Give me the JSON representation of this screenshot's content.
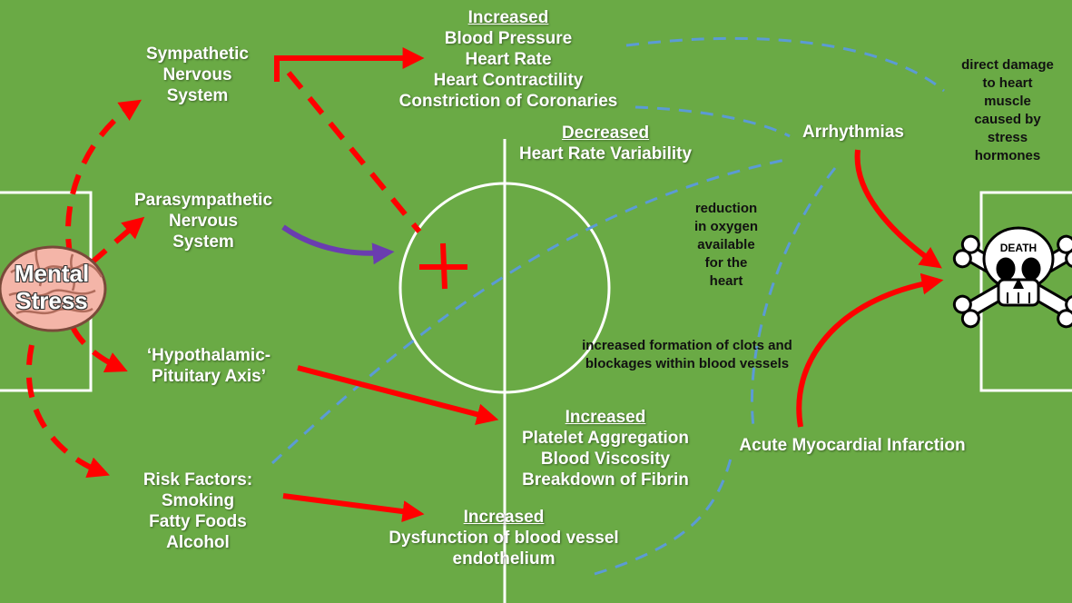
{
  "colors": {
    "field": "#6aaa45",
    "arrow": "#ff0000",
    "pathway": "#6a3db0",
    "dashed_link": "#5b9bd5",
    "pitch_line": "#ffffff"
  },
  "icons": [
    "brain-icon",
    "skull-crossbones-icon"
  ],
  "mental_stress": [
    "Mental",
    "Stress"
  ],
  "sympathetic": [
    "Sympathetic",
    "Nervous",
    "System"
  ],
  "parasympathetic": [
    "Parasympathetic",
    "Nervous",
    "System"
  ],
  "hpa": [
    "‘Hypothalamic-",
    "Pituitary Axis’"
  ],
  "risk": [
    "Risk Factors:",
    "Smoking",
    "Fatty Foods",
    "Alcohol"
  ],
  "increased_1": {
    "heading": "Increased",
    "items": [
      "Blood Pressure",
      "Heart Rate",
      "Heart Contractility",
      "Constriction of Coronaries"
    ]
  },
  "decreased": {
    "heading": "Decreased",
    "items": [
      "Heart Rate Variability"
    ]
  },
  "increased_2": {
    "heading": "Increased",
    "items": [
      "Platelet Aggregation",
      "Blood Viscosity",
      "Breakdown of Fibrin"
    ]
  },
  "increased_3": {
    "heading": "Increased",
    "items": [
      "Dysfunction of blood vessel",
      "endothelium"
    ]
  },
  "arrhythmias": "Arrhythmias",
  "ami": "Acute Myocardial Infarction",
  "direct_damage": [
    "direct damage",
    "to heart",
    "muscle",
    "caused by",
    "stress",
    "hormones"
  ],
  "reduction": [
    "reduction",
    "in oxygen",
    "available",
    "for the",
    "heart"
  ],
  "clots": [
    "increased formation of clots and",
    "blockages within blood vessels"
  ],
  "death": "DEATH"
}
